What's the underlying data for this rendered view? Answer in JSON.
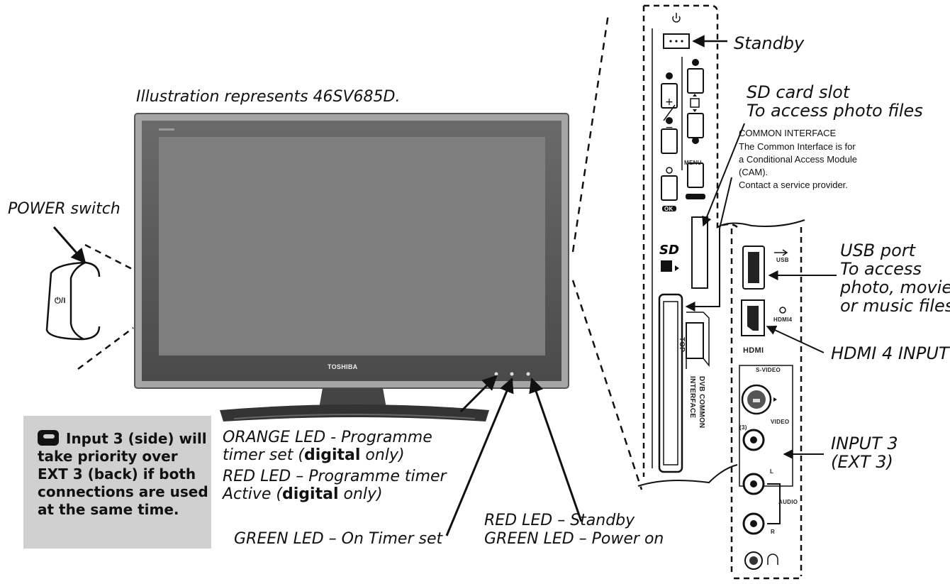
{
  "header": {
    "illustration_note": "Illustration represents 46SV685D."
  },
  "tv": {
    "brand": "TOSHIBA"
  },
  "labels": {
    "power_switch": "POWER switch",
    "standby": "Standby",
    "sd_slot_line1": "SD card slot",
    "sd_slot_line2": "To access photo files",
    "usb_line1": "USB port",
    "usb_line2": "To access",
    "usb_line3": "photo, movies",
    "usb_line4": "or music  files",
    "hdmi_input": "HDMI 4 INPUT",
    "input3_line1": "INPUT 3",
    "input3_line2": "(EXT 3)",
    "orange_led_line1": "ORANGE LED - Programme",
    "orange_led_line2_pre": "timer set (",
    "orange_led_line2_bold": "digital",
    "orange_led_line2_post": " only)",
    "red_led_line1": "RED LED – Programme timer",
    "red_led_line2_pre": "Active (",
    "red_led_line2_bold": "digital",
    "red_led_line2_post": " only)",
    "green_led_timer": "GREEN LED – On Timer set",
    "red_led_standby": "RED LED – Standby",
    "green_led_power": "GREEN LED – Power on"
  },
  "common_interface": {
    "title": "COMMON INTERFACE",
    "line1": "The Common Interface is for",
    "line2": "a Conditional Access Module",
    "line3": "(CAM).",
    "line4": "Contact a service provider."
  },
  "note": {
    "icon": "hand-pointer-icon",
    "text": "Input 3 (side) will take priority over EXT 3 (back) if both connections are used at the same time."
  },
  "panel_markings": {
    "menu": "MENU",
    "ok": "OK",
    "top": "TOP",
    "dvb_line1": "DVB COMMON",
    "dvb_line2": "INTERFACE",
    "usb": "USB",
    "hdmi4": "HDMI4",
    "hdmi_logo": "HDMI",
    "s_video": "S-VIDEO",
    "video": "VIDEO",
    "input_num": "(3)",
    "audio": "AUDIO",
    "left": "L",
    "right": "R",
    "sd_logo": "SD"
  }
}
